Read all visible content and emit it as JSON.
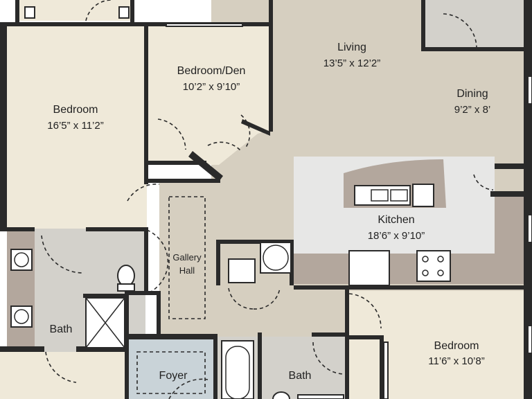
{
  "colors": {
    "beige_room": "#efe9d9",
    "tan_room": "#d6cfc0",
    "gray_room": "#d3d1cb",
    "kitchen": "#e7e7e6",
    "foyer": "#c9d3d8",
    "counter": "#b3a79d",
    "wall": "#2a2a2a"
  },
  "rooms": {
    "bedroom_left": {
      "name": "Bedroom",
      "dims": "16’5” x 11’2”"
    },
    "bedroom_den": {
      "name": "Bedroom/Den",
      "dims": "10’2” x 9’10”"
    },
    "living": {
      "name": "Living",
      "dims": "13’5” x 12’2”"
    },
    "dining": {
      "name": "Dining",
      "dims": "9’2” x 8’"
    },
    "kitchen": {
      "name": "Kitchen",
      "dims": "18’6” x 9’10”"
    },
    "gallery_hall": {
      "line1": "Gallery",
      "line2": "Hall"
    },
    "bath_left": {
      "name": "Bath"
    },
    "foyer": {
      "name": "Foyer"
    },
    "bath_center": {
      "name": "Bath"
    },
    "bedroom_right": {
      "name": "Bedroom",
      "dims": "11’6” x 10’8”"
    }
  }
}
